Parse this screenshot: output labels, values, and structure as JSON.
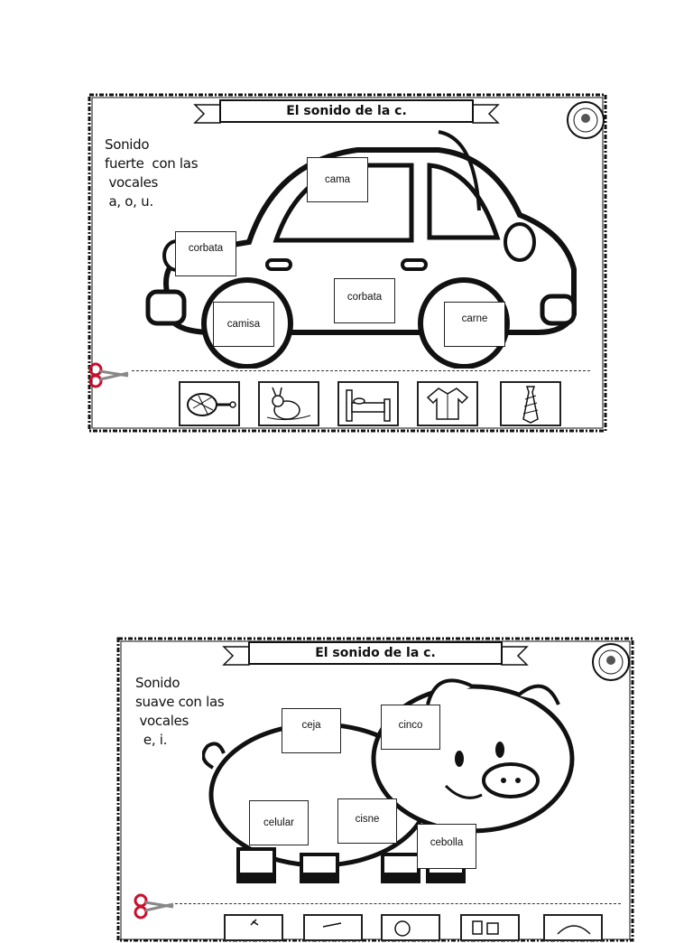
{
  "cards": [
    {
      "title": "El sonido de la c.",
      "side_text": "Sonido\nfuerte  con las\n vocales\n a, o, u.",
      "words": [
        "cama",
        "corbata",
        "corbata",
        "camisa",
        "carne"
      ],
      "pictures": [
        "ham-icon",
        "rabbit-icon",
        "bed-icon",
        "shirt-icon",
        "tie-icon"
      ]
    },
    {
      "title": "El sonido de la c.",
      "side_text": "Sonido\nsuave con las\n vocales\n  e, i.",
      "words": [
        "ceja",
        "cinco",
        "celular",
        "cisne",
        "cebolla"
      ],
      "pictures": [
        "partial-picture-icon",
        "partial-picture-icon",
        "partial-picture-icon",
        "partial-picture-icon",
        "partial-picture-icon"
      ]
    }
  ],
  "colors": {
    "ink": "#111111",
    "paper": "#ffffff",
    "scissors": "#c8102e"
  }
}
